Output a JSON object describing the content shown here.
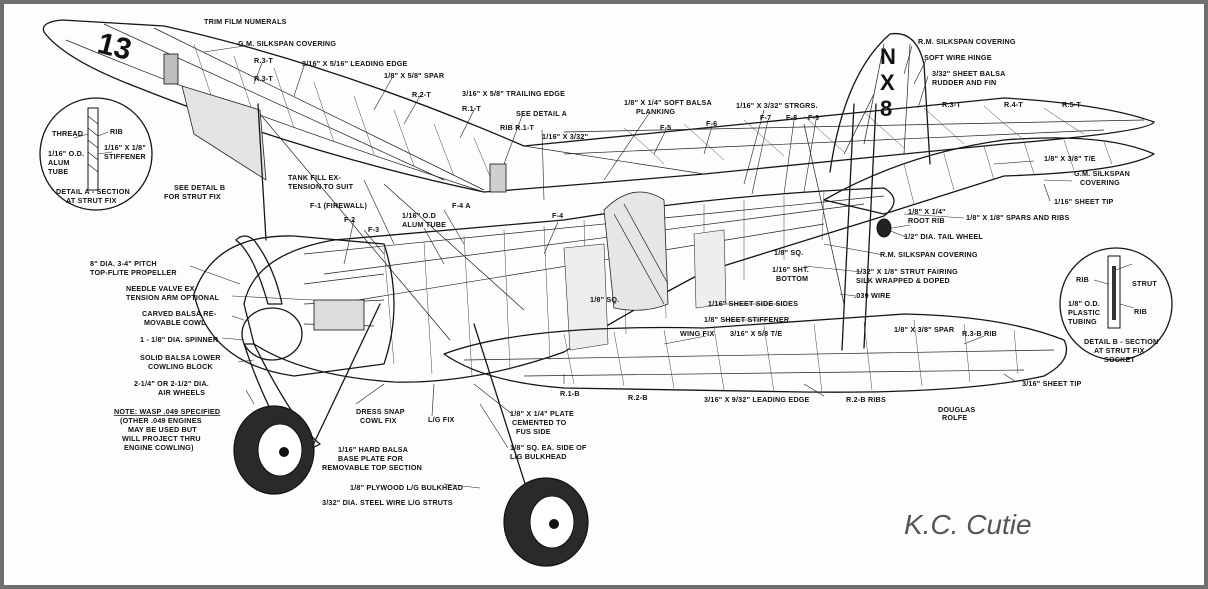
{
  "caption": "K.C. Cutie",
  "registration": {
    "tail": [
      "N",
      "X",
      "8"
    ],
    "wing": "13"
  },
  "colors": {
    "ink": "#151515",
    "paper": "#fdfdfb",
    "caption": "#555555",
    "frame": "#6f6f6f"
  },
  "detail_a": {
    "labels": [
      "THREAD",
      "RIB",
      "1/16\" O.D.",
      "ALUM",
      "TUBE",
      "1/16\" X 1/8\"",
      "STIFFENER",
      "DETAIL A - SECTION",
      "AT STRUT FIX"
    ]
  },
  "detail_b": {
    "labels": [
      "RIB",
      "STRUT",
      "1/8\" O.D.",
      "PLASTIC",
      "TUBING",
      "RIB",
      "DETAIL B - SECTION",
      "AT STRUT FIX",
      "SOCKET"
    ]
  },
  "labels": {
    "trim": "TRIM FILM NUMERALS",
    "gm_silkspan_top": "G.M. SILKSPAN COVERING",
    "r3t_a": "R.3-T",
    "le_316": "3/16\" X 5/16\" LEADING EDGE",
    "r3t_b": "R.3-T",
    "spar_18_58": "1/8\" X 5/8\" SPAR",
    "r2t": "R.2-T",
    "te_316": "3/16\" X 5/8\" TRAILING EDGE",
    "r1t": "R.1-T",
    "see_detail_a": "SEE DETAIL A",
    "rib_r1t": "RIB R.1-T",
    "sq_116_332": "1/16\" X 3/32\"",
    "soft_balsa_1": "1/8\" X 1/4\" SOFT BALSA",
    "soft_balsa_2": "PLANKING",
    "f5": "F-5",
    "f6": "F-6",
    "stringers": "1/16\" X 3/32\" STRGRS.",
    "f7": "F-7",
    "f8": "F-8",
    "f9": "F-9",
    "rm_silkspan_tail": "R.M. SILKSPAN COVERING",
    "soft_wire_hinge": "SOFT WIRE HINGE",
    "sheet_balsa_1": "3/32\" SHEET BALSA",
    "sheet_balsa_2": "RUDDER AND FIN",
    "r3t_tail": "R.3-T",
    "r4t": "R.4-T",
    "r5t": "R.5-T",
    "te_18_38": "1/8\" X 3/8\" T/E",
    "gm_silkspan_r1": "G.M. SILKSPAN",
    "gm_silkspan_r2": "COVERING",
    "sheet_tip_top": "1/16\" SHEET TIP",
    "see_detail_b_1": "SEE DETAIL B",
    "see_detail_b_2": "FOR STRUT FIX",
    "tank_fill_1": "TANK FILL EX-",
    "tank_fill_2": "TENSION TO SUIT",
    "f1": "F-1 (FIREWALL)",
    "f2": "F-2",
    "f3": "F-3",
    "alum_tube_1": "1/16\" O.D",
    "alum_tube_2": "ALUM TUBE",
    "f4a": "F-4 A",
    "f4": "F-4",
    "root_rib_1": "1/8\" X 1/4\"",
    "root_rib_2": "ROOT RIB",
    "tail_wheel": "1/2\" DIA. TAIL WHEEL",
    "spars_ribs": "1/8\" X 1/8\" SPARS AND RIBS",
    "rm_silkspan": "R.M. SILKSPAN COVERING",
    "strut_fairing_1": "1/32\" X 1/8\" STRUT FAIRING",
    "strut_fairing_2": "SILK WRAPPED & DOPED",
    "wire_039": ".039 WIRE",
    "sq_18": "1/8\" SQ.",
    "sht_bottom_1": "1/16\" SHT.",
    "sht_bottom_2": "BOTTOM",
    "sheet_sides": "1/16\" SHEET SIDE SIDES",
    "sheet_stiffener": "1/8\" SHEET STIFFENER",
    "sq_18_b": "1/8\" SQ.",
    "prop_1": "8\" DIA. 3-4\" PITCH",
    "prop_2": "TOP-FLITE PROPELLER",
    "needle_1": "NEEDLE VALVE EX-",
    "needle_2": "TENSION ARM OPTIONAL",
    "cowl_1": "CARVED BALSA RE-",
    "cowl_2": "MOVABLE COWL",
    "spinner": "1 - 1/8\" DIA. SPINNER",
    "lower_cowl_1": "SOLID BALSA LOWER",
    "lower_cowl_2": "COWLING BLOCK",
    "wheels_1": "2-1/4\" OR 2-1/2\" DIA.",
    "wheels_2": "AIR WHEELS",
    "note_1": "NOTE: WASP .049 SPECIFIED",
    "note_2": "(OTHER .049 ENGINES",
    "note_3": "MAY BE USED BUT",
    "note_4": "WILL PROJECT THRU",
    "note_5": "ENGINE COWLING)",
    "wing_fix": "WING FIX",
    "te_316_58": "3/16\" X 5/8 T/E",
    "spar_18_38": "1/8\" X 3/8\" SPAR",
    "r3b_rib": "R.3-B RIB",
    "sheet_tip_bottom": "3/16\" SHEET TIP",
    "r1b": "R.1-B",
    "r2b_a": "R.2-B",
    "le_bottom": "3/16\" X 9/32\" LEADING EDGE",
    "r2b_ribs": "R.2-B RIBS",
    "dress_snap_1": "DRESS SNAP",
    "dress_snap_2": "COWL FIX",
    "lg_fix": "L/G FIX",
    "plate_1": "1/8\" X 1/4\" PLATE",
    "plate_2": "CEMENTED TO",
    "plate_3": "FUS SIDE",
    "hard_balsa_1": "1/16\" HARD BALSA",
    "hard_balsa_2": "BASE PLATE FOR",
    "hard_balsa_3": "REMOVABLE TOP SECTION",
    "sq_ea_1": "1/8\" SQ. EA. SIDE OF",
    "sq_ea_2": "L/G BULKHEAD",
    "plywood": "1/8\" PLYWOOD L/G BULKHEAD",
    "steel_wire": "3/32\" DIA. STEEL WIRE L/G STRUTS",
    "artist_1": "DOUGLAS",
    "artist_2": "ROLFE"
  }
}
